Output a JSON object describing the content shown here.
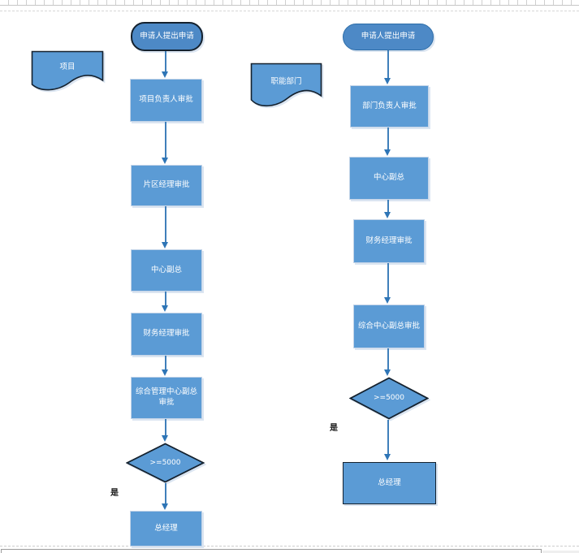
{
  "canvas": {
    "kind": "flowchart on spreadsheet canvas",
    "background": "#ffffff",
    "grid_line_color": "#cfcfcf",
    "page_break_dash_color": "#d6d6d6"
  },
  "colors": {
    "process_fill": "#5b9bd5",
    "terminator_fill": "#4d89c6",
    "dark_border": "#14212e",
    "steel_border": "#2d6da8",
    "light_border": "#c3d4e8",
    "arrow": "#2e75b6",
    "shadow": "#dbe5f1",
    "shape_text": "#ffffff",
    "label_text": "#141414"
  },
  "flows": [
    {
      "id": "project",
      "category_label": "项目",
      "start": "申请人提出申请",
      "steps": [
        "项目负责人审批",
        "片区经理审批",
        "中心副总",
        "财务经理审批",
        "综合管理中心副总审批"
      ],
      "decision": ">=5000",
      "yes_label": "是",
      "end": "总经理"
    },
    {
      "id": "functional",
      "category_label": "职能部门",
      "start": "申请人提出申请",
      "steps": [
        "部门负责人审批",
        "中心副总",
        "财务经理审批",
        "综合中心副总审批"
      ],
      "decision": ">=5000",
      "yes_label": "是",
      "end": "总经理"
    }
  ]
}
